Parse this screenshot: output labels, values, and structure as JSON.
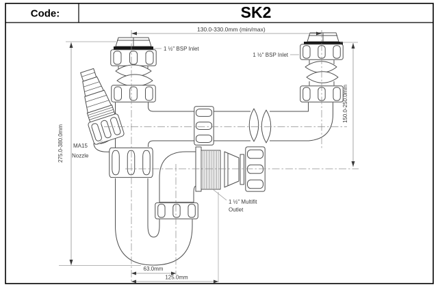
{
  "header": {
    "code_label": "Code:",
    "title": "SK2"
  },
  "dimensions": {
    "top_span": "130.0-330.0mm (min/max)",
    "left_height": "275.0-380.0mm",
    "right_height": "150.0-250.0mm",
    "trap_centers": "63.0mm",
    "trap_to_outlet": "125.0mm"
  },
  "labels": {
    "left_inlet": "1 ½\" BSP Inlet",
    "right_inlet": "1 ½\" BSP Inlet",
    "nozzle_model": "MA15",
    "nozzle_type": "Nozzle",
    "outlet_size": "1 ½\" Multifit",
    "outlet_type": "Outlet"
  },
  "colors": {
    "line": "#4d4d4d",
    "dimension": "#8f8f8f",
    "text": "#3a3a3a",
    "seal": "#161616",
    "border": "#000000",
    "background": "#ffffff"
  }
}
